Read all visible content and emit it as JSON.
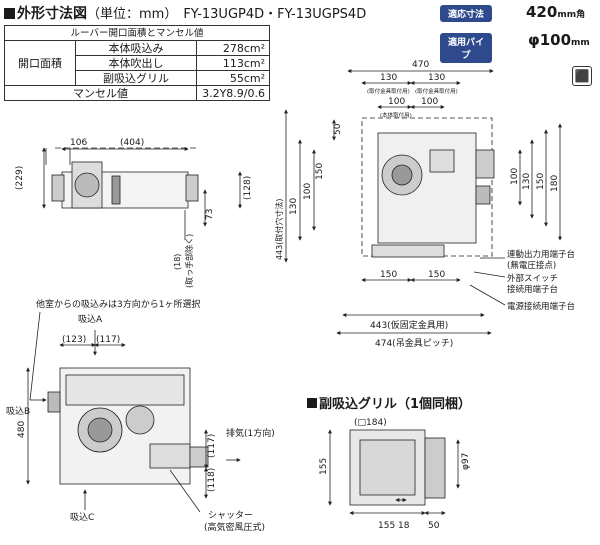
{
  "header": {
    "title": "外形寸法図",
    "unit": "（単位：mm）",
    "models": "FY-13UGP4D・FY-13UGPS4D"
  },
  "badges": {
    "size_label": "適応寸法",
    "size_value": "420",
    "size_unit": "mm角",
    "pipe_label": "適用パイプ",
    "pipe_value": "φ100",
    "pipe_unit": "mm"
  },
  "spec_table": {
    "caption": "ルーバー開口面積とマンセル値",
    "group_label": "開口面積",
    "rows": [
      {
        "label": "本体吸込み",
        "value": "278cm²"
      },
      {
        "label": "本体吹出し",
        "value": "113cm²"
      },
      {
        "label": "副吸込グリル",
        "value": "55cm²"
      }
    ],
    "munsell_label": "マンセル値",
    "munsell_value": "3.2Y8.9/0.6"
  },
  "side_view": {
    "d106": "106",
    "d404": "(404)",
    "d229": "(229)",
    "d128": "(128)",
    "d73": "73",
    "d18": "(18)",
    "note": "(取っ手部除く)"
  },
  "plan_view": {
    "w470": "470",
    "w130a": "130",
    "w130b": "130",
    "w100a": "100",
    "w100b": "100",
    "w150a": "150",
    "w150b": "150",
    "w443": "443(仮固定金具用)",
    "w474": "474(吊金具ピッチ)",
    "h150": "150",
    "h100": "100",
    "h130": "130",
    "h443": "443(取付穴寸法)",
    "h50": "50",
    "r100": "100",
    "r130": "130",
    "r150": "150",
    "r180": "180",
    "fix_label": "(取付金具取付用)",
    "fix_label2": "(本体取付用)",
    "term1": "連動出力用端子台",
    "term1b": "(無電圧接点)",
    "term2": "外部スイッチ",
    "term2b": "接続用端子台",
    "term3": "電源接続用端子台"
  },
  "bottom_view": {
    "note": "他室からの吸込みは3方向から1ヶ所選択",
    "inA": "吸込A",
    "inB": "吸込B",
    "inC": "吸込C",
    "d123": "(123)",
    "d117": "(117)",
    "d480": "480",
    "d117b": "(117)",
    "d118": "(118)",
    "exhaust": "排気(1方向)",
    "shutter": "シャッター",
    "shutter2": "(高気密風圧式)"
  },
  "grille": {
    "title": "副吸込グリル（1個同梱）",
    "d184": "(□184)",
    "d155": "155",
    "d155b": "155",
    "d18": "18",
    "d50": "50",
    "d97": "φ97"
  }
}
